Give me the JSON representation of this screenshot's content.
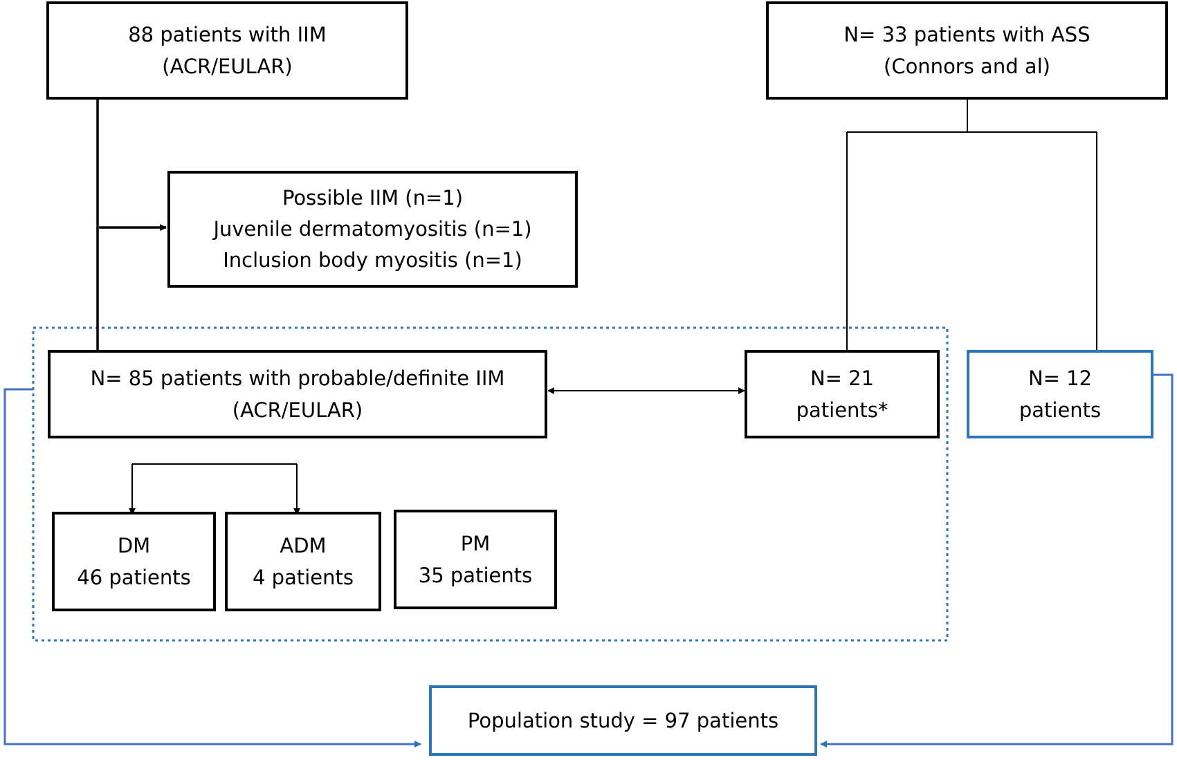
{
  "boxes": {
    "iim_total": [
      "88 patients with IIM",
      "(ACR/EULAR)"
    ],
    "ass_total": [
      "N= 33 patients with ASS",
      "(Connors and al)"
    ],
    "excluded": [
      "Possible IIM (n=1)",
      "Juvenile dermatomyositis (n=1)",
      "Inclusion body myositis (n=1)"
    ],
    "probable_iim": [
      "N= 85 patients with probable/definite IIM",
      "(ACR/EULAR)"
    ],
    "ass_overlap": [
      "N= 21",
      "patients*"
    ],
    "ass_only": [
      "N= 12",
      "patients"
    ],
    "dm": [
      "DM",
      "46 patients"
    ],
    "adm": [
      "ADM",
      "4 patients"
    ],
    "pm": [
      "PM",
      "35 patients"
    ],
    "population": [
      "Population study = 97 patients"
    ]
  },
  "colors": {
    "box_border": "#000000",
    "highlight": "#2e75b6",
    "group_dotted": "#2e75b6"
  }
}
